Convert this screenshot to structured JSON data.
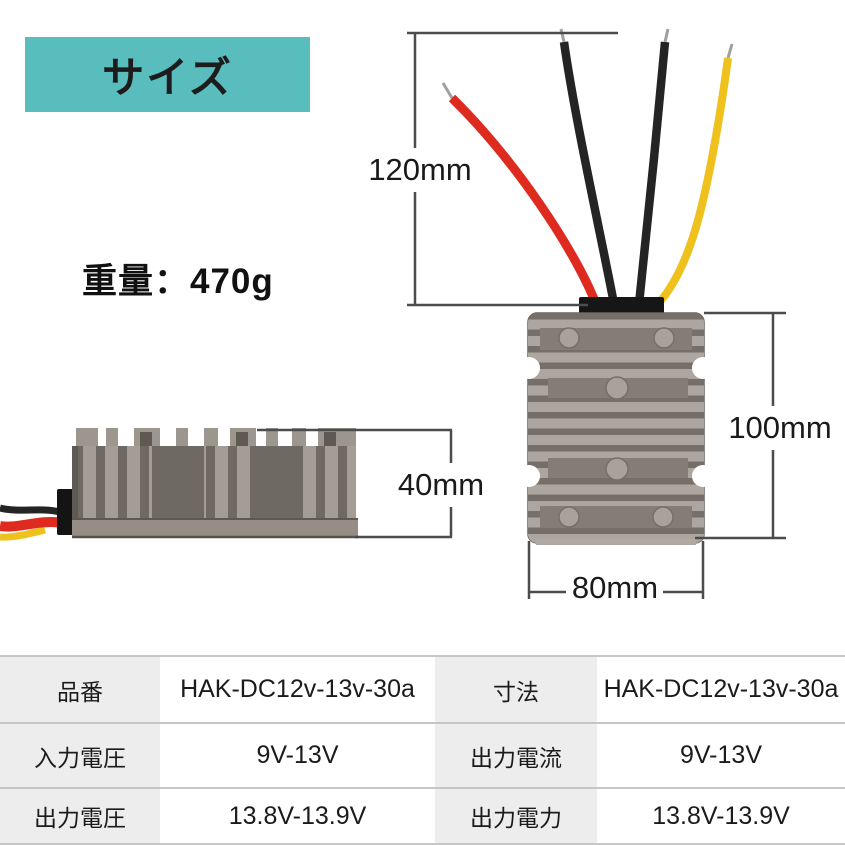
{
  "page": {
    "background": "#ffffff"
  },
  "badge": {
    "label": "サイズ",
    "bg_color": "#59bdbe",
    "text_color": "#1c1c1c"
  },
  "weight_label": "重量：470g",
  "annotations": {
    "wire_length": "120mm",
    "body_height": "100mm",
    "body_width": "80mm",
    "side_height": "40mm"
  },
  "product": {
    "description": "aluminum heatsink DC-DC converter, top view with four wires and side view with wires",
    "wire_colors": {
      "red": "#df2b1f",
      "black": "#242424",
      "yellow": "#eec11d"
    },
    "heatsink_light": "#aca59e",
    "heatsink_dark": "#756f68",
    "dimension_line_color": "#4c4c4c"
  },
  "spec_table": {
    "border_color": "#c6c6c6",
    "label_bg": "#ededed",
    "rows": [
      {
        "cells": [
          {
            "label": "品番",
            "value": "HAK-DC12v-13v-30a"
          },
          {
            "label": "寸法",
            "value": "HAK-DC12v-13v-30a"
          }
        ]
      },
      {
        "cells": [
          {
            "label": "入力電圧",
            "value": "9V-13V"
          },
          {
            "label": "出力電流",
            "value": "9V-13V"
          }
        ]
      },
      {
        "cells": [
          {
            "label": "出力電圧",
            "value": "13.8V-13.9V"
          },
          {
            "label": "出力電力",
            "value": "13.8V-13.9V"
          }
        ]
      }
    ]
  }
}
